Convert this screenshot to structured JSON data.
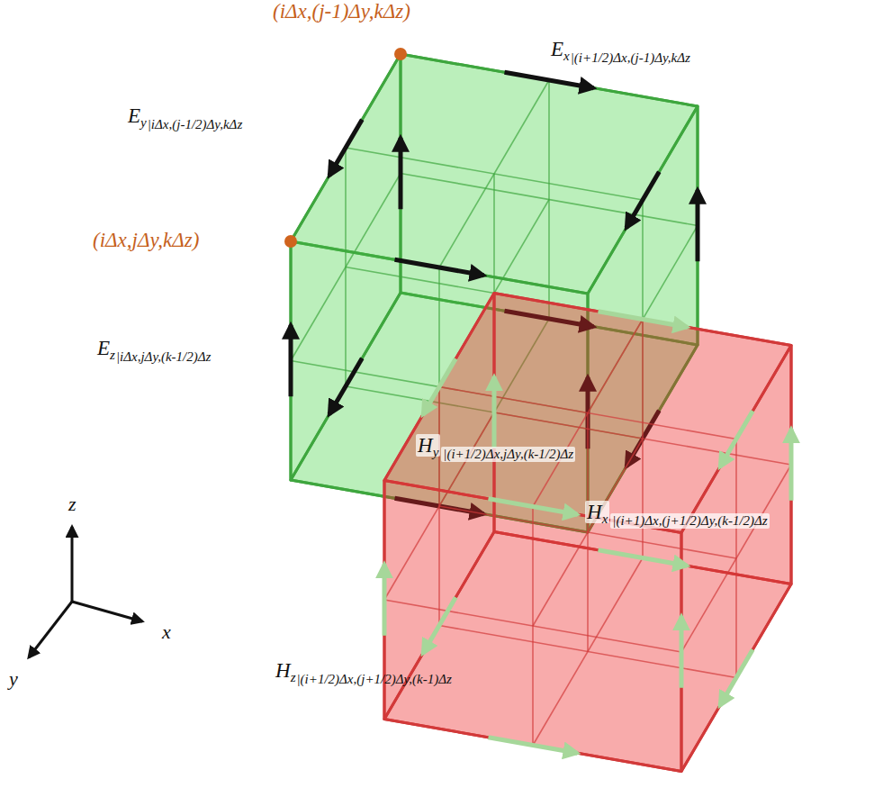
{
  "diagram": {
    "labels": [
      "(iΔx,(j-1)Δy,kΔz)",
      "Ex",
      "|(i+1/2)Δx,(j-1)Δy,kΔz",
      "Ey",
      "|iΔx,(j-1/2)Δy,kΔz",
      "(iΔx,jΔy,kΔz)",
      "Ez",
      "|iΔx,jΔy,(k-1/2)Δz",
      "Hy",
      "|(i+1/2)Δx,jΔy,(k-1/2)Δz",
      "Hx",
      "|(i+1)Δx,(j+1/2)Δy,(k-1/2)Δz",
      "Hz",
      "|(i+1/2)Δx,(j+1/2)Δy,(k-1)Δz",
      "z",
      "x",
      "y"
    ]
  }
}
